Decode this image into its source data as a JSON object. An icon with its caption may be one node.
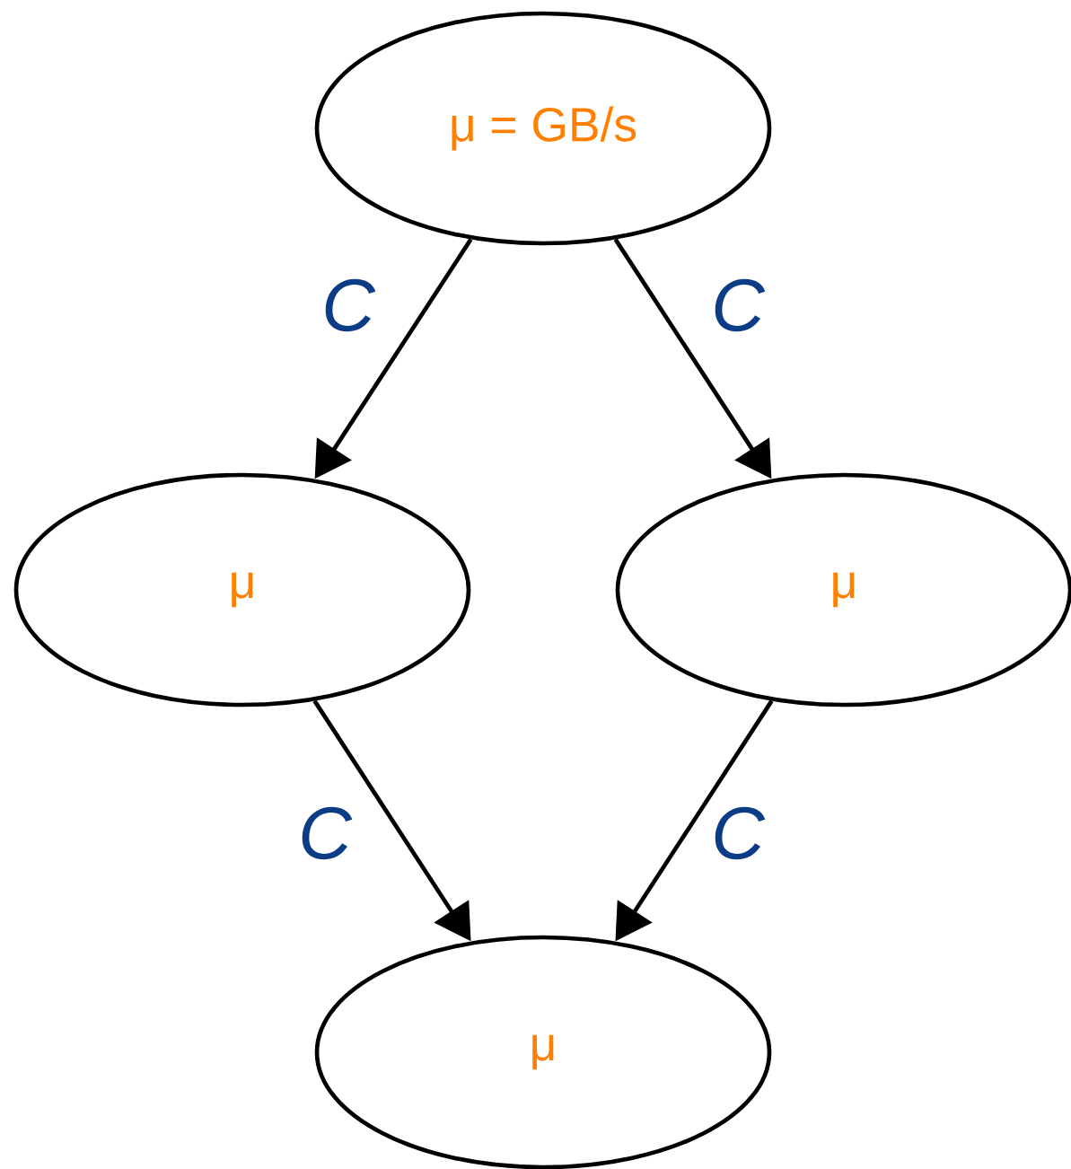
{
  "diagram": {
    "nodes": [
      {
        "text": [
          "μ = GB/s"
        ]
      },
      {
        "text": [
          "μ"
        ]
      },
      {
        "text": [
          "μ"
        ]
      },
      {
        "text": [
          "μ"
        ]
      }
    ],
    "edges": [
      {
        "from": 0,
        "to": 1,
        "arrow": "to",
        "label": "C"
      },
      {
        "from": 0,
        "to": 2,
        "arrow": "to",
        "label": "C"
      },
      {
        "from": 1,
        "to": 3,
        "arrow": "to",
        "label": "C"
      },
      {
        "from": 2,
        "to": 3,
        "arrow": "to",
        "label": "C"
      }
    ]
  }
}
